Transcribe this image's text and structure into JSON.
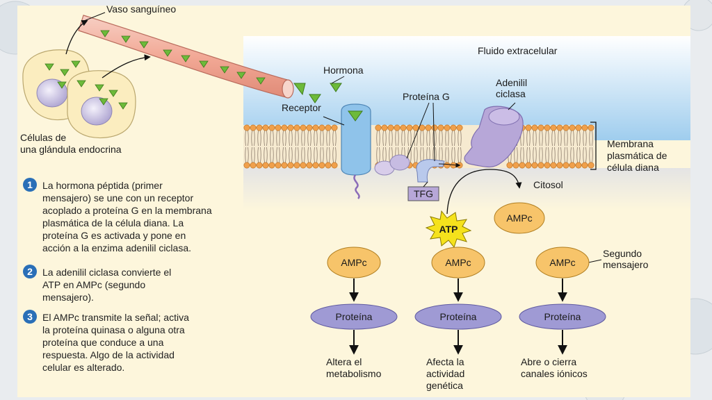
{
  "labels": {
    "blood_vessel": "Vaso sanguíneo",
    "endocrine_cells": [
      "Células de",
      "una glándula endocrina"
    ],
    "extracellular_fluid": "Fluido extracelular",
    "hormone": "Hormona",
    "receptor": "Receptor",
    "g_protein": "Proteína G",
    "adenylyl_cyclase": [
      "Adenilil",
      "ciclasa"
    ],
    "membrane": [
      "Membrana",
      "plasmática de",
      "célula diana"
    ],
    "cytosol": "Citosol",
    "gtp": "TFG",
    "atp": "ATP",
    "camp_top": "AMPc",
    "second_messenger": [
      "Segundo",
      "mensajero"
    ]
  },
  "pathways": [
    {
      "camp": "AMPc",
      "protein": "Proteína",
      "outcome": [
        "Altera el",
        "metabolismo"
      ]
    },
    {
      "camp": "AMPc",
      "protein": "Proteína",
      "outcome": [
        "Afecta la",
        "actividad",
        "genética"
      ]
    },
    {
      "camp": "AMPc",
      "protein": "Proteína",
      "outcome": [
        "Abre o cierra",
        "canales iónicos"
      ]
    }
  ],
  "steps": [
    {
      "num": "1",
      "lines": [
        "La hormona péptida (primer",
        "mensajero) se une con un receptor",
        "acoplado a proteína G en la membrana",
        "plasmática de la célula diana. La",
        "proteína G es activada y pone en",
        "acción a la enzima adenilil ciclasa."
      ]
    },
    {
      "num": "2",
      "lines": [
        "La adenilil ciclasa convierte el",
        "ATP en AMPc (segundo",
        "mensajero)."
      ]
    },
    {
      "num": "3",
      "lines": [
        "El AMPc transmite la señal; activa",
        "la proteína quinasa o alguna otra",
        "proteína que conduce a una",
        "respuesta. Algo de la actividad",
        "celular es alterado."
      ]
    }
  ],
  "colors": {
    "panel": "#fdf6dc",
    "vessel": "#f2b3a4",
    "hormone": "#6dba3a",
    "receptor": "#8fc3ea",
    "cyclase": "#b7a7d8",
    "camp": "#f7c46a",
    "protein": "#9f9ad4",
    "step_badge": "#2a6fb7"
  }
}
